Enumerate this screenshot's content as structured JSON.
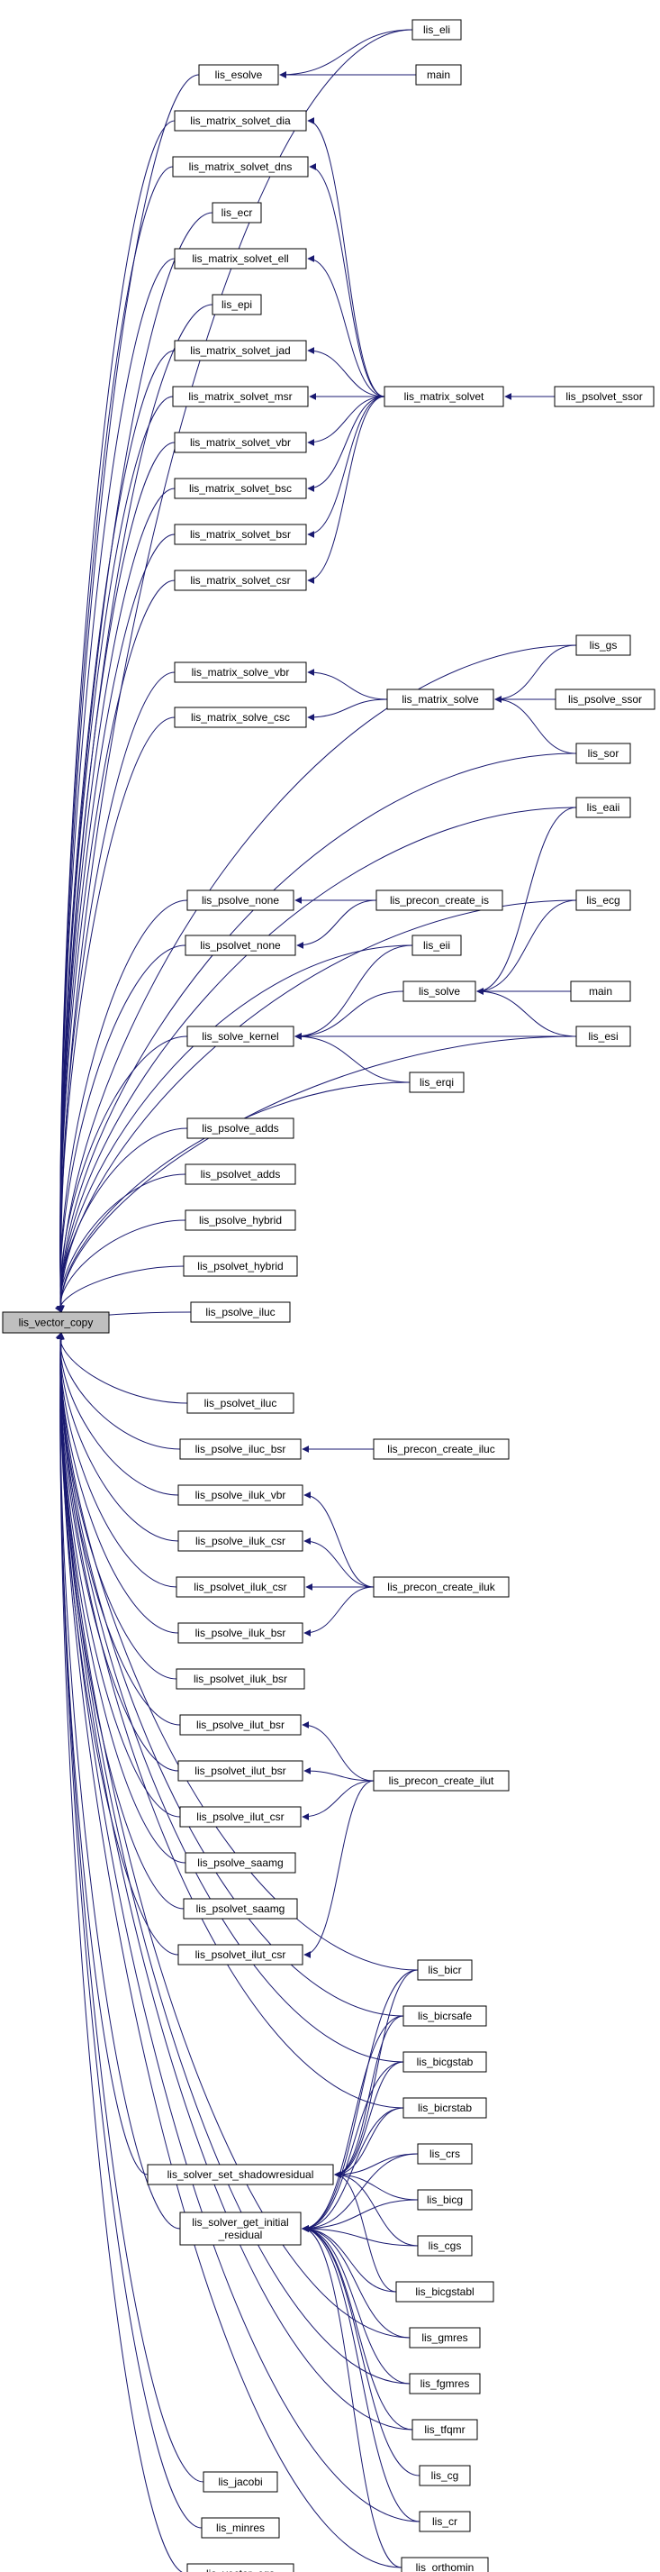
{
  "colors": {
    "edge": "#191970",
    "node_border": "#000000",
    "root_fill": "#bfbfbf",
    "node_fill": "#ffffff"
  },
  "root": {
    "id": "root",
    "label": "lis_vector_copy"
  },
  "nodes": [
    {
      "id": "eli",
      "label": "lis_eli"
    },
    {
      "id": "esolve",
      "label": "lis_esolve"
    },
    {
      "id": "main1",
      "label": "main"
    },
    {
      "id": "mdia",
      "label": "lis_matrix_solvet_dia"
    },
    {
      "id": "mdns",
      "label": "lis_matrix_solvet_dns"
    },
    {
      "id": "ecr",
      "label": "lis_ecr"
    },
    {
      "id": "mell",
      "label": "lis_matrix_solvet_ell"
    },
    {
      "id": "epi",
      "label": "lis_epi"
    },
    {
      "id": "mjad",
      "label": "lis_matrix_solvet_jad"
    },
    {
      "id": "mmsr",
      "label": "lis_matrix_solvet_msr"
    },
    {
      "id": "msolvet",
      "label": "lis_matrix_solvet"
    },
    {
      "id": "pssor_t",
      "label": "lis_psolvet_ssor"
    },
    {
      "id": "mvbr",
      "label": "lis_matrix_solvet_vbr"
    },
    {
      "id": "mbsc",
      "label": "lis_matrix_solvet_bsc"
    },
    {
      "id": "mbsr",
      "label": "lis_matrix_solvet_bsr"
    },
    {
      "id": "mcsr",
      "label": "lis_matrix_solvet_csr"
    },
    {
      "id": "gs",
      "label": "lis_gs"
    },
    {
      "id": "msvbr",
      "label": "lis_matrix_solve_vbr"
    },
    {
      "id": "msolve",
      "label": "lis_matrix_solve"
    },
    {
      "id": "pssor",
      "label": "lis_psolve_ssor"
    },
    {
      "id": "mscsc",
      "label": "lis_matrix_solve_csc"
    },
    {
      "id": "sor",
      "label": "lis_sor"
    },
    {
      "id": "eaii",
      "label": "lis_eaii"
    },
    {
      "id": "pnone",
      "label": "lis_psolve_none"
    },
    {
      "id": "precis",
      "label": "lis_precon_create_is"
    },
    {
      "id": "ecg",
      "label": "lis_ecg"
    },
    {
      "id": "ptnone",
      "label": "lis_psolvet_none"
    },
    {
      "id": "eii",
      "label": "lis_eii"
    },
    {
      "id": "solve",
      "label": "lis_solve"
    },
    {
      "id": "main2",
      "label": "main"
    },
    {
      "id": "skernel",
      "label": "lis_solve_kernel"
    },
    {
      "id": "esi",
      "label": "lis_esi"
    },
    {
      "id": "erqi",
      "label": "lis_erqi"
    },
    {
      "id": "padds",
      "label": "lis_psolve_adds"
    },
    {
      "id": "ptadds",
      "label": "lis_psolvet_adds"
    },
    {
      "id": "phybrid",
      "label": "lis_psolve_hybrid"
    },
    {
      "id": "pthybrid",
      "label": "lis_psolvet_hybrid"
    },
    {
      "id": "piluc",
      "label": "lis_psolve_iluc"
    },
    {
      "id": "ptiluc",
      "label": "lis_psolvet_iluc"
    },
    {
      "id": "pilucbsr",
      "label": "lis_psolve_iluc_bsr"
    },
    {
      "id": "preciluc",
      "label": "lis_precon_create_iluc"
    },
    {
      "id": "pilukvbr",
      "label": "lis_psolve_iluk_vbr"
    },
    {
      "id": "pilukcsr",
      "label": "lis_psolve_iluk_csr"
    },
    {
      "id": "ptilukcsr",
      "label": "lis_psolvet_iluk_csr"
    },
    {
      "id": "preciluk",
      "label": "lis_precon_create_iluk"
    },
    {
      "id": "pilukbsr",
      "label": "lis_psolve_iluk_bsr"
    },
    {
      "id": "ptilukbsr",
      "label": "lis_psolvet_iluk_bsr"
    },
    {
      "id": "piltbsr",
      "label": "lis_psolve_ilut_bsr"
    },
    {
      "id": "ptiltbsr",
      "label": "lis_psolvet_ilut_bsr"
    },
    {
      "id": "precilut",
      "label": "lis_precon_create_ilut"
    },
    {
      "id": "piltcsr",
      "label": "lis_psolve_ilut_csr"
    },
    {
      "id": "psaamg",
      "label": "lis_psolve_saamg"
    },
    {
      "id": "ptsaamg",
      "label": "lis_psolvet_saamg"
    },
    {
      "id": "ptiltcsr",
      "label": "lis_psolvet_ilut_csr"
    },
    {
      "id": "bicr",
      "label": "lis_bicr"
    },
    {
      "id": "bicrsafe",
      "label": "lis_bicrsafe"
    },
    {
      "id": "bicgstab",
      "label": "lis_bicgstab"
    },
    {
      "id": "bicrstab",
      "label": "lis_bicrstab"
    },
    {
      "id": "shadow",
      "label": "lis_solver_set_shadowresidual"
    },
    {
      "id": "crs",
      "label": "lis_crs"
    },
    {
      "id": "initres",
      "label": "lis_solver_get_initial\n_residual"
    },
    {
      "id": "bicg",
      "label": "lis_bicg"
    },
    {
      "id": "cgs",
      "label": "lis_cgs"
    },
    {
      "id": "bicgstabl",
      "label": "lis_bicgstabl"
    },
    {
      "id": "gmres",
      "label": "lis_gmres"
    },
    {
      "id": "fgmres",
      "label": "lis_fgmres"
    },
    {
      "id": "tfqmr",
      "label": "lis_tfqmr"
    },
    {
      "id": "cg",
      "label": "lis_cg"
    },
    {
      "id": "jacobi",
      "label": "lis_jacobi"
    },
    {
      "id": "cr",
      "label": "lis_cr"
    },
    {
      "id": "minres",
      "label": "lis_minres"
    },
    {
      "id": "orthomin",
      "label": "lis_orthomin"
    },
    {
      "id": "vcgs",
      "label": "lis_vector_cgs"
    }
  ],
  "edges": [
    [
      "eli",
      "root"
    ],
    [
      "esolve",
      "root"
    ],
    [
      "mdia",
      "root"
    ],
    [
      "mdns",
      "root"
    ],
    [
      "ecr",
      "root"
    ],
    [
      "mell",
      "root"
    ],
    [
      "epi",
      "root"
    ],
    [
      "mjad",
      "root"
    ],
    [
      "mmsr",
      "root"
    ],
    [
      "mvbr",
      "root"
    ],
    [
      "mbsc",
      "root"
    ],
    [
      "mbsr",
      "root"
    ],
    [
      "mcsr",
      "root"
    ],
    [
      "gs",
      "root"
    ],
    [
      "msvbr",
      "root"
    ],
    [
      "mscsc",
      "root"
    ],
    [
      "sor",
      "root"
    ],
    [
      "eaii",
      "root"
    ],
    [
      "pnone",
      "root"
    ],
    [
      "ecg",
      "root"
    ],
    [
      "ptnone",
      "root"
    ],
    [
      "eii",
      "root"
    ],
    [
      "skernel",
      "root"
    ],
    [
      "erqi",
      "root"
    ],
    [
      "esi",
      "root"
    ],
    [
      "padds",
      "root"
    ],
    [
      "ptadds",
      "root"
    ],
    [
      "phybrid",
      "root"
    ],
    [
      "pthybrid",
      "root"
    ],
    [
      "piluc",
      "root"
    ],
    [
      "ptiluc",
      "root"
    ],
    [
      "pilucbsr",
      "root"
    ],
    [
      "pilukvbr",
      "root"
    ],
    [
      "pilukcsr",
      "root"
    ],
    [
      "ptilukcsr",
      "root"
    ],
    [
      "pilukbsr",
      "root"
    ],
    [
      "ptilukbsr",
      "root"
    ],
    [
      "piltbsr",
      "root"
    ],
    [
      "ptiltbsr",
      "root"
    ],
    [
      "piltcsr",
      "root"
    ],
    [
      "psaamg",
      "root"
    ],
    [
      "ptsaamg",
      "root"
    ],
    [
      "ptiltcsr",
      "root"
    ],
    [
      "bicr",
      "root"
    ],
    [
      "bicrsafe",
      "root"
    ],
    [
      "bicgstab",
      "root"
    ],
    [
      "bicrstab",
      "root"
    ],
    [
      "shadow",
      "root"
    ],
    [
      "initres",
      "root"
    ],
    [
      "gmres",
      "root"
    ],
    [
      "fgmres",
      "root"
    ],
    [
      "tfqmr",
      "root"
    ],
    [
      "jacobi",
      "root"
    ],
    [
      "cr",
      "root"
    ],
    [
      "minres",
      "root"
    ],
    [
      "orthomin",
      "root"
    ],
    [
      "vcgs",
      "root"
    ],
    [
      "eli",
      "esolve"
    ],
    [
      "main1",
      "esolve"
    ],
    [
      "msolvet",
      "mdia"
    ],
    [
      "msolvet",
      "mdns"
    ],
    [
      "msolvet",
      "mell"
    ],
    [
      "msolvet",
      "mjad"
    ],
    [
      "msolvet",
      "mmsr"
    ],
    [
      "msolvet",
      "mvbr"
    ],
    [
      "msolvet",
      "mbsc"
    ],
    [
      "msolvet",
      "mbsr"
    ],
    [
      "msolvet",
      "mcsr"
    ],
    [
      "pssor_t",
      "msolvet"
    ],
    [
      "msolve",
      "msvbr"
    ],
    [
      "msolve",
      "mscsc"
    ],
    [
      "gs",
      "msolve"
    ],
    [
      "pssor",
      "msolve"
    ],
    [
      "sor",
      "msolve"
    ],
    [
      "precis",
      "pnone"
    ],
    [
      "precis",
      "ptnone"
    ],
    [
      "eii",
      "skernel"
    ],
    [
      "solve",
      "skernel"
    ],
    [
      "erqi",
      "skernel"
    ],
    [
      "esi",
      "skernel"
    ],
    [
      "eaii",
      "solve"
    ],
    [
      "ecg",
      "solve"
    ],
    [
      "main2",
      "solve"
    ],
    [
      "esi",
      "solve"
    ],
    [
      "preciluc",
      "pilucbsr"
    ],
    [
      "preciluk",
      "pilukvbr"
    ],
    [
      "preciluk",
      "pilukcsr"
    ],
    [
      "preciluk",
      "ptilukcsr"
    ],
    [
      "preciluk",
      "pilukbsr"
    ],
    [
      "precilut",
      "piltbsr"
    ],
    [
      "precilut",
      "ptiltbsr"
    ],
    [
      "precilut",
      "piltcsr"
    ],
    [
      "precilut",
      "ptiltcsr"
    ],
    [
      "bicr",
      "shadow"
    ],
    [
      "bicrsafe",
      "shadow"
    ],
    [
      "bicgstab",
      "shadow"
    ],
    [
      "bicrstab",
      "shadow"
    ],
    [
      "crs",
      "shadow"
    ],
    [
      "bicg",
      "shadow"
    ],
    [
      "cgs",
      "shadow"
    ],
    [
      "bicgstabl",
      "shadow"
    ],
    [
      "bicr",
      "initres"
    ],
    [
      "bicrsafe",
      "initres"
    ],
    [
      "bicgstab",
      "initres"
    ],
    [
      "bicrstab",
      "initres"
    ],
    [
      "crs",
      "initres"
    ],
    [
      "bicg",
      "initres"
    ],
    [
      "cgs",
      "initres"
    ],
    [
      "bicgstabl",
      "initres"
    ],
    [
      "gmres",
      "initres"
    ],
    [
      "fgmres",
      "initres"
    ],
    [
      "tfqmr",
      "initres"
    ],
    [
      "cg",
      "initres"
    ],
    [
      "cr",
      "initres"
    ],
    [
      "orthomin",
      "initres"
    ]
  ]
}
